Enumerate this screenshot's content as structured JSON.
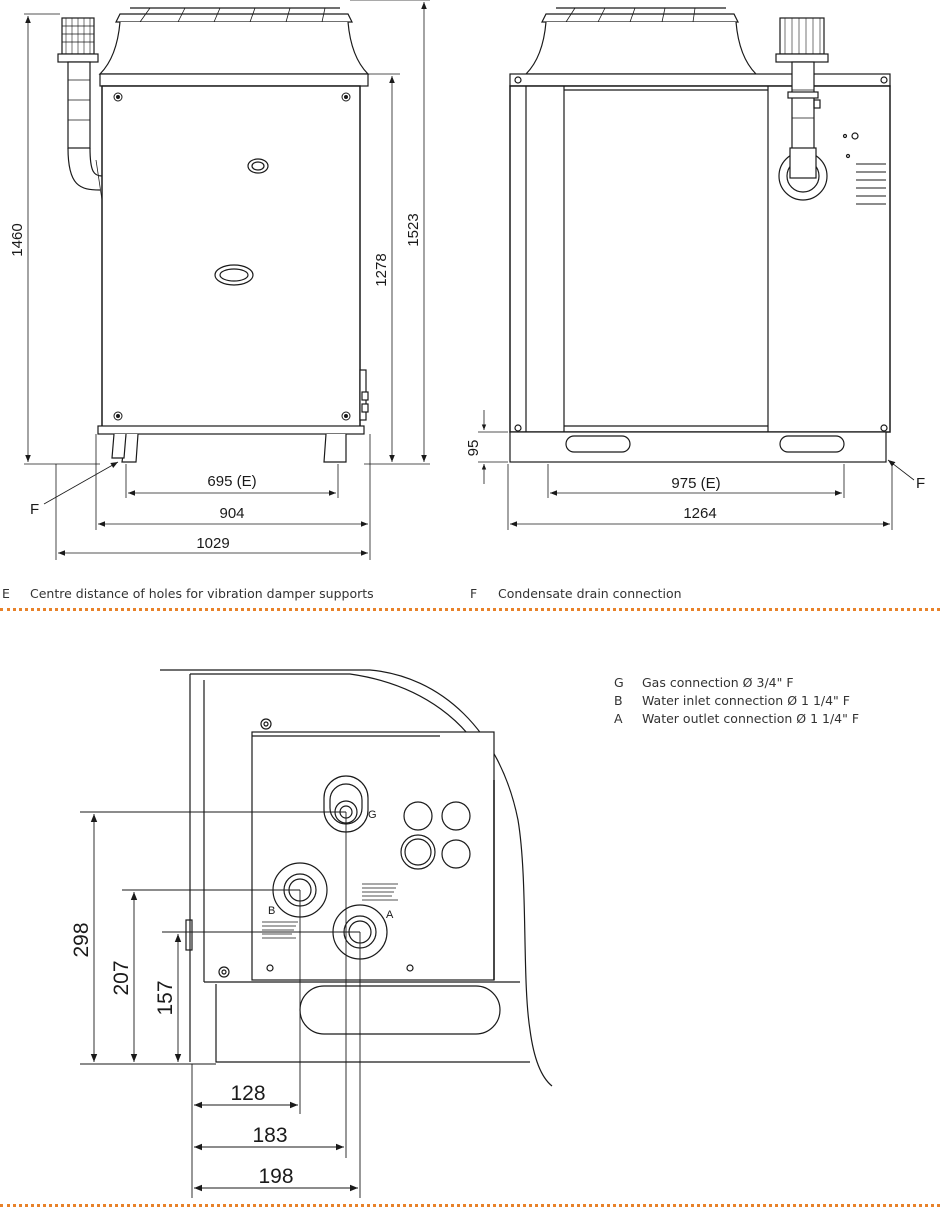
{
  "top_views": {
    "front": {
      "height_total": "1460",
      "height_body": "1278",
      "height_overall": "1523",
      "width_holes": "695 (E)",
      "width_body": "904",
      "width_overall": "1029",
      "callout": "F"
    },
    "side": {
      "base_height": "95",
      "width_holes": "975 (E)",
      "width_overall": "1264",
      "callout": "F"
    }
  },
  "legend_top": [
    {
      "key": "E",
      "text": "Centre distance of holes for vibration damper supports"
    },
    {
      "key": "F",
      "text": "Condensate drain connection"
    }
  ],
  "detail": {
    "heights": [
      "298",
      "207",
      "157"
    ],
    "widths": [
      "128",
      "183",
      "198"
    ],
    "labels": {
      "gas": "G",
      "inlet": "B",
      "outlet": "A"
    }
  },
  "legend_bottom": [
    {
      "key": "G",
      "text": "Gas connection Ø 3/4\" F"
    },
    {
      "key": "B",
      "text": "Water inlet connection Ø 1 1/4\" F"
    },
    {
      "key": "A",
      "text": "Water outlet connection Ø 1 1/4\" F"
    }
  ],
  "colors": {
    "divider": "#e8822a",
    "line": "#1a1a1a"
  }
}
